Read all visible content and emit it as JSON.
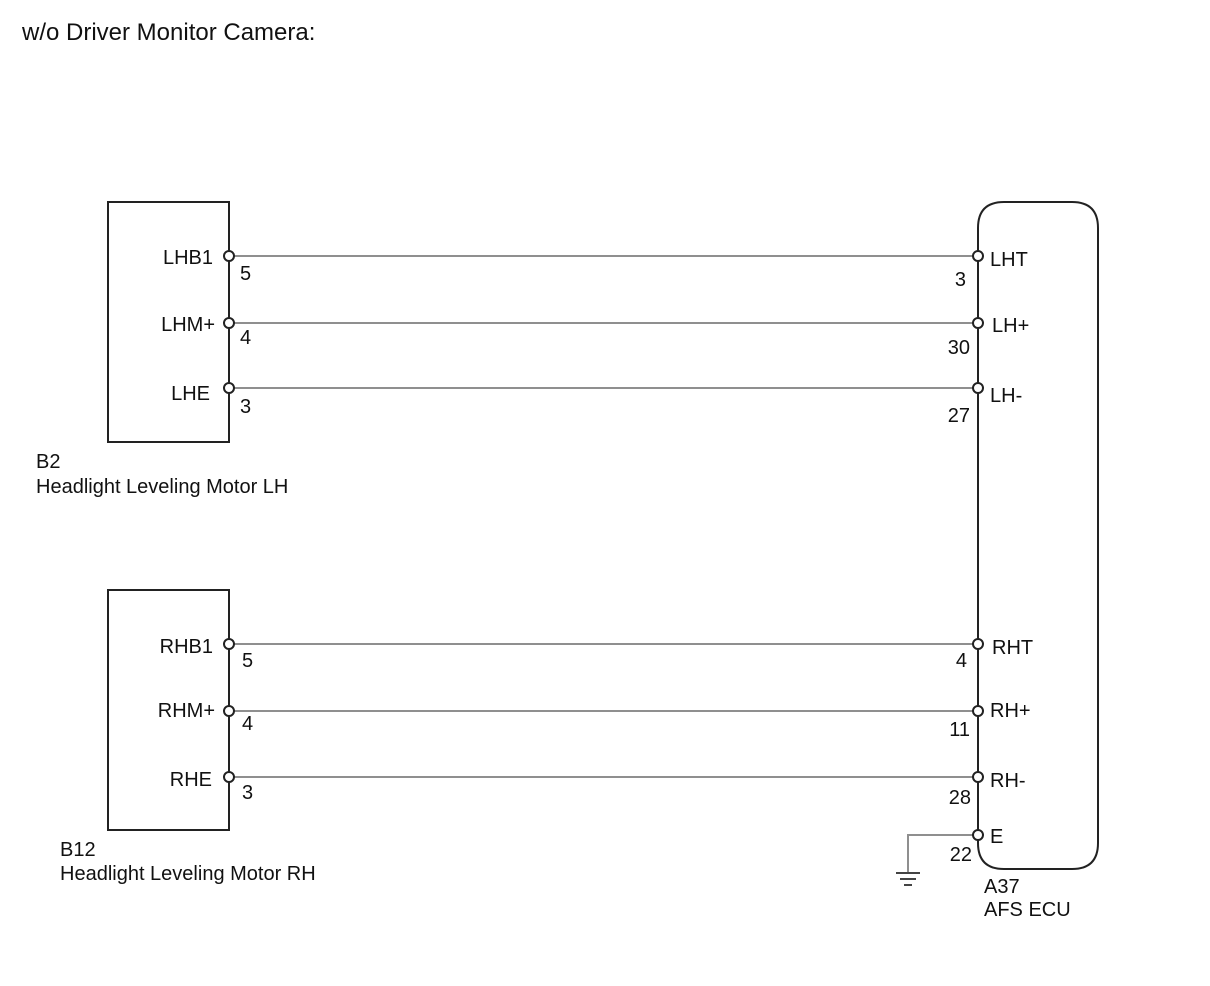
{
  "title": "w/o Driver Monitor Camera:",
  "components": {
    "motor_lh": {
      "code": "B2",
      "name": "Headlight Leveling Motor LH"
    },
    "motor_rh": {
      "code": "B12",
      "name": "Headlight Leveling Motor RH"
    },
    "ecu": {
      "code": "A37",
      "name": "AFS ECU"
    }
  },
  "wires": [
    {
      "from_label": "LHB1",
      "from_pin": "5",
      "to_label": "LHT",
      "to_pin": "3"
    },
    {
      "from_label": "LHM+",
      "from_pin": "4",
      "to_label": "LH+",
      "to_pin": "30"
    },
    {
      "from_label": "LHE",
      "from_pin": "3",
      "to_label": "LH-",
      "to_pin": "27"
    },
    {
      "from_label": "RHB1",
      "from_pin": "5",
      "to_label": "RHT",
      "to_pin": "4"
    },
    {
      "from_label": "RHM+",
      "from_pin": "4",
      "to_label": "RH+",
      "to_pin": "11"
    },
    {
      "from_label": "RHE",
      "from_pin": "3",
      "to_label": "RH-",
      "to_pin": "28"
    }
  ],
  "ground": {
    "label": "E",
    "pin": "22"
  }
}
